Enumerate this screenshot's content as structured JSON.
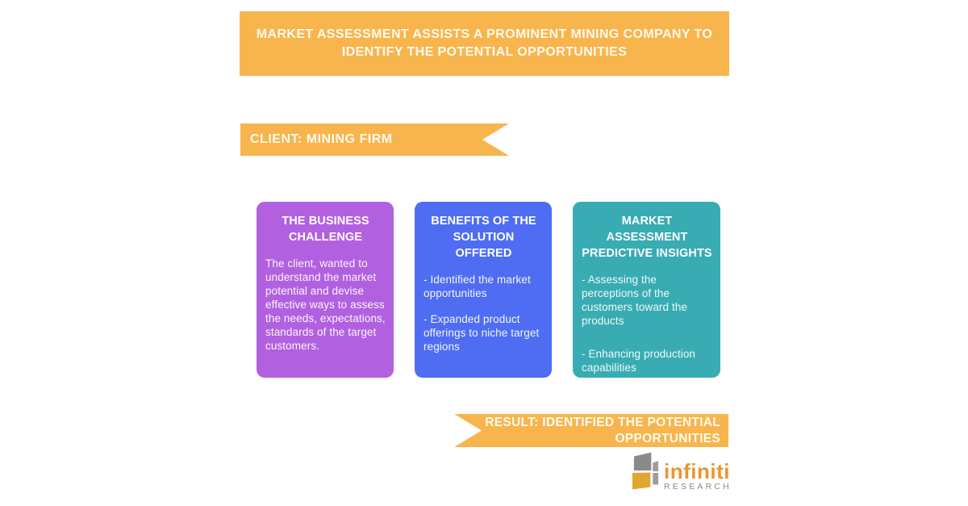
{
  "colors": {
    "background": "#FFFFFF",
    "banner_orange": "#F8B54E",
    "banner_text": "#FDFAEE",
    "logo_gold": "#E2A52F",
    "logo_gray_dark": "#8A8A8A",
    "logo_gray_light": "#9D9D9D",
    "logo_text_orange": "#E8962E",
    "logo_text_gray": "#8A8A8A"
  },
  "header": {
    "title_line1": "MARKET ASSESSMENT ASSISTS A PROMINENT MINING COMPANY TO",
    "title_line2": "IDENTIFY THE POTENTIAL OPPORTUNITIES"
  },
  "client_ribbon": {
    "label": "CLIENT: MINING FIRM"
  },
  "cards": [
    {
      "title": "THE BUSINESS CHALLENGE",
      "color": "#B161E0",
      "body": [
        "The client, wanted to understand the market potential and devise effective ways to assess the needs, expectations, standards of the target customers."
      ]
    },
    {
      "title": "BENEFITS OF THE SOLUTION OFFERED",
      "color": "#4E6DF3",
      "body": [
        "- Identified the market opportunities",
        "- Expanded product offerings to niche target regions"
      ]
    },
    {
      "title": "MARKET ASSESSMENT PREDICTIVE INSIGHTS",
      "color": "#38ACB2",
      "body": [
        "- Assessing the perceptions of the customers toward the products",
        "- Enhancing production capabilities"
      ]
    }
  ],
  "result_ribbon": {
    "line1": "RESULT: IDENTIFIED THE POTENTIAL",
    "line2": "OPPORTUNITIES"
  },
  "logo": {
    "wordmark": "infiniti",
    "subtext": "RESEARCH"
  }
}
